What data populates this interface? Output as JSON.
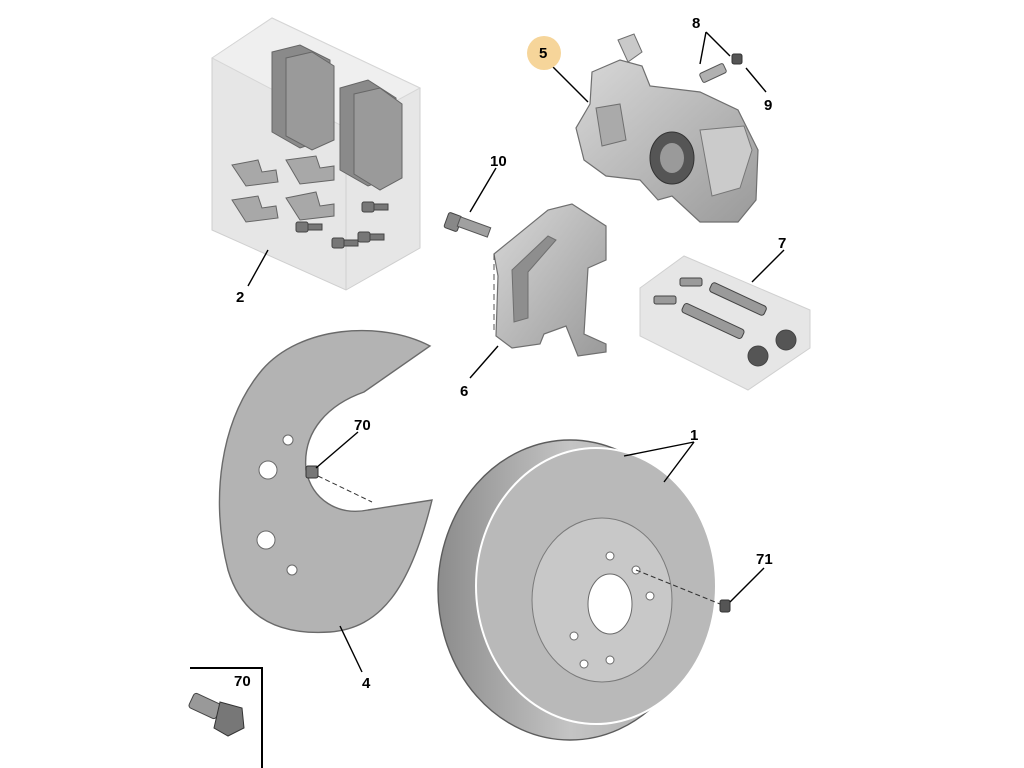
{
  "diagram": {
    "callouts": {
      "disc": "1",
      "pad_kit": "2",
      "dust_shield": "4",
      "caliper": "5",
      "carrier": "6",
      "guide_pin_kit": "7",
      "bleed_screw": "8",
      "bleed_cap": "9",
      "carrier_bolt": "10",
      "shield_bolt": "70",
      "disc_screw": "71",
      "inset_bolt": "70"
    },
    "colors": {
      "part_fill": "#b9b9b9",
      "part_dark": "#8e8e8e",
      "part_light": "#d4d4d4",
      "kit_box": "#e6e6e6",
      "highlight": "#f6d59a"
    }
  }
}
